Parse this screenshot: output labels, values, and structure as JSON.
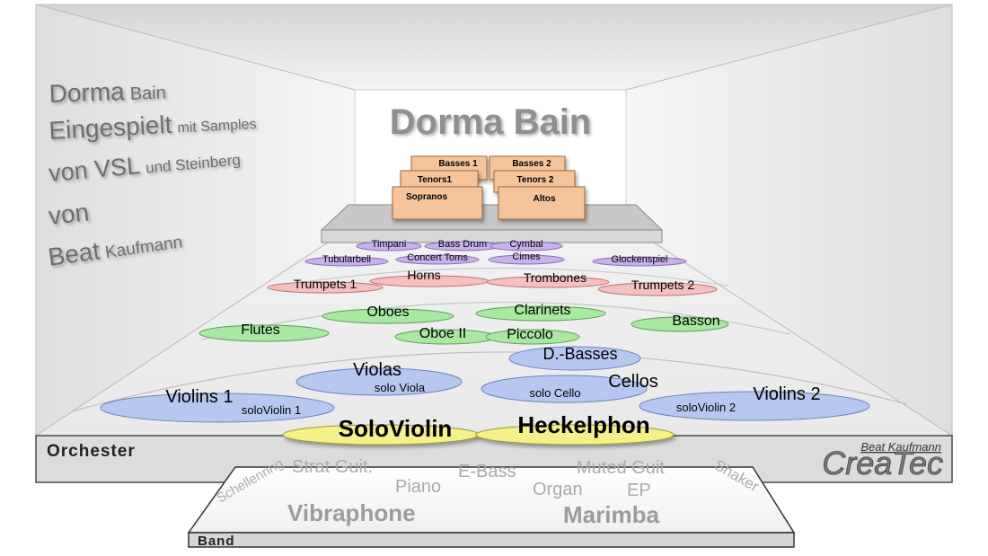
{
  "credits": {
    "line1a": "Dorma",
    "line1b": "Bain",
    "line2a": "Eingespielt",
    "line2b": "mit Samples",
    "line3a": "von VSL",
    "line3b": "und Steinberg",
    "line4": "von",
    "line5a": "Beat",
    "line5b": "Kaufmann"
  },
  "back_wall_title": "Dorma Bain",
  "choir": {
    "basses1": "Basses 1",
    "tenors1": "Tenors1",
    "sopranos": "Sopranos",
    "basses2": "Basses 2",
    "tenors2": "Tenors 2",
    "altos": "Altos"
  },
  "percussion": {
    "timpani": "Timpani",
    "bassdrum": "Bass Drum",
    "cymbal": "Cymbal",
    "tubularbell": "Tubularbell",
    "concerttoms": "Concert Toms",
    "cimes": "Cimes",
    "glockenspiel": "Glockenspiel"
  },
  "brass": {
    "trumpets1": "Trumpets 1",
    "horns": "Horns",
    "trombones": "Trombones",
    "trumpets2": "Trumpets 2"
  },
  "woodwinds": {
    "oboes": "Oboes",
    "clarinets": "Clarinets",
    "flutes": "Flutes",
    "basson": "Basson",
    "oboe2": "Oboe II",
    "piccolo": "Piccolo"
  },
  "strings": {
    "dbasses": "D.-Basses",
    "violas": "Violas",
    "soloviola": "solo Viola",
    "cellos": "Cellos",
    "solocello": "solo Cello",
    "violins1": "Violins 1",
    "soloviolin1": "soloViolin 1",
    "violins2": "Violins 2",
    "soloviolin2": "soloViolin 2"
  },
  "soloists": {
    "soloviolin": "SoloViolin",
    "heckelphon": "Heckelphon"
  },
  "orchester_label": "Orchester",
  "logo": {
    "author": "Beat Kaufmann",
    "brand": "CreaTec"
  },
  "band": {
    "schellenring": "Schellenring",
    "stratguit": "Strat Guit.",
    "piano": "Piano",
    "ebass": "E-Bass",
    "organ": "Organ",
    "mutedguit": "Muted Guit",
    "ep": "EP",
    "shaker": "Shaker",
    "vibraphone": "Vibraphone",
    "marimba": "Marimba",
    "label": "Band"
  },
  "colors": {
    "strings": "#b7c8f0",
    "woodwinds": "#a8e8a0",
    "brass": "#f6c0c0",
    "percussion": "#c9b1ea",
    "choir": "#f5c49a",
    "soloists": "#f4f08a"
  }
}
